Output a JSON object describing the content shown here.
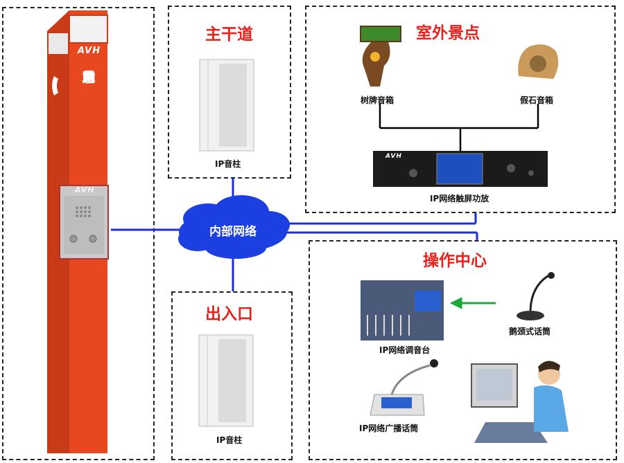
{
  "pole": {
    "logo": "AVH",
    "label_chars": [
      "紧",
      "急",
      "求",
      "助"
    ],
    "panel_logo": "AVH"
  },
  "network": {
    "label": "内部网络"
  },
  "main_road": {
    "title": "主干道",
    "device_caption": "IP音柱"
  },
  "entrance": {
    "title": "出入口",
    "device_caption": "IP音柱"
  },
  "outdoor": {
    "title": "室外景点",
    "tree_speaker_caption": "树牌音箱",
    "rock_speaker_caption": "假石音箱",
    "amplifier_caption": "IP网络触屏功放",
    "amplifier_logo": "AVH"
  },
  "operation": {
    "title": "操作中心",
    "mixer_caption": "IP网络调音台",
    "gooseneck_caption": "鹅颈式话筒",
    "broadcast_mic_caption": "IP网络广播话筒"
  },
  "colors": {
    "accent_red": "#e8221b",
    "line_blue": "#1a2fd6",
    "arrow_green": "#1aaa3c",
    "pole_orange": "#e8481f"
  }
}
